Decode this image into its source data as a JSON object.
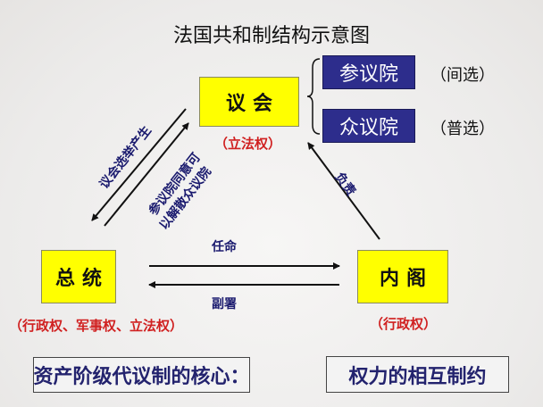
{
  "title": "法国共和制结构示意图",
  "parliament": {
    "label": "议会",
    "power": "（立法权）"
  },
  "senate": {
    "label": "参议院",
    "election": "（间选）"
  },
  "assembly": {
    "label": "众议院",
    "election": "（普选）"
  },
  "president": {
    "label": "总统",
    "power": "（行政权、军事权、立法权）"
  },
  "cabinet": {
    "label": "内阁",
    "power": "（行政权）"
  },
  "relations": {
    "elected_by_parliament": "议会选举产生",
    "dissolve_line1": "参议院同意可",
    "dissolve_line2": "以解散众议院",
    "appoint": "任命",
    "countersign": "副署",
    "responsible": "负责"
  },
  "footer": {
    "left": "资产阶级代议制的核心：",
    "right": "权力的相互制约"
  },
  "colors": {
    "box_yellow": "#ffff00",
    "box_navy": "#2d2d8c",
    "power_red": "#d02020",
    "text_blue": "#1a1a6e"
  }
}
